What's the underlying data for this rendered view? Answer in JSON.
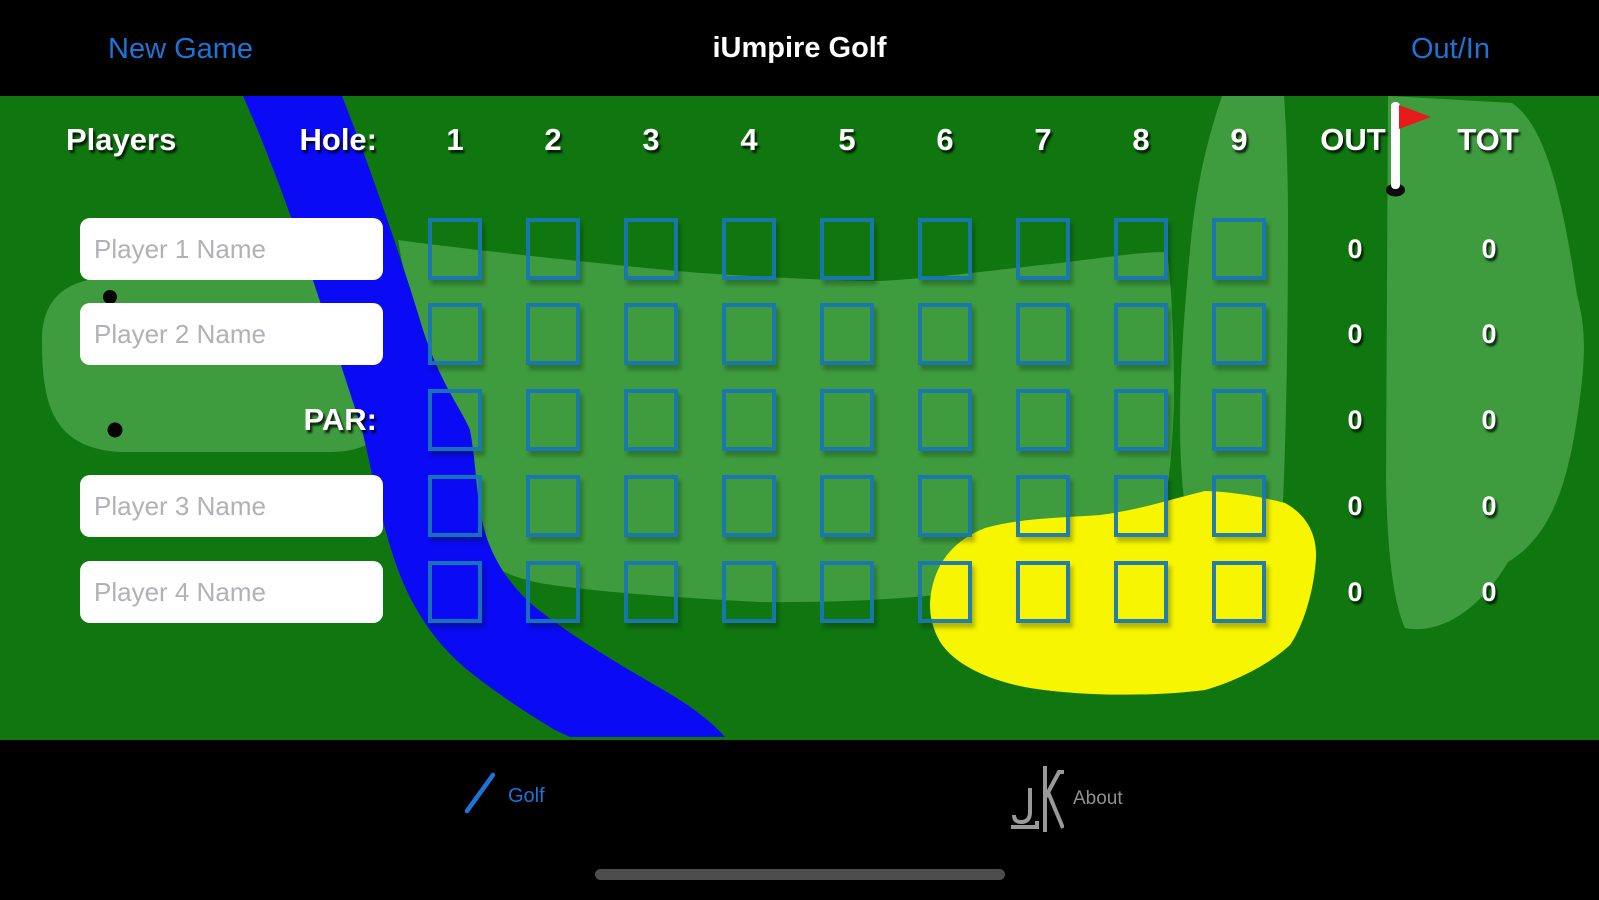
{
  "navbar": {
    "new_game": "New Game",
    "title": "iUmpire Golf",
    "out_in": "Out/In"
  },
  "scorecard": {
    "players_label": "Players",
    "hole_label": "Hole:",
    "par_label": "PAR:",
    "hole_numbers": [
      "1",
      "2",
      "3",
      "4",
      "5",
      "6",
      "7",
      "8",
      "9"
    ],
    "out_label": "OUT",
    "tot_label": "TOT",
    "rows": [
      {
        "type": "player",
        "placeholder": "Player 1 Name",
        "out": "0",
        "tot": "0"
      },
      {
        "type": "player",
        "placeholder": "Player 2 Name",
        "out": "0",
        "tot": "0"
      },
      {
        "type": "par",
        "out": "0",
        "tot": "0"
      },
      {
        "type": "player",
        "placeholder": "Player 3 Name",
        "out": "0",
        "tot": "0"
      },
      {
        "type": "player",
        "placeholder": "Player 4 Name",
        "out": "0",
        "tot": "0"
      }
    ]
  },
  "tab_bar": {
    "golf": "Golf",
    "about": "About"
  },
  "colors": {
    "link_blue": "#1e74d6",
    "course_green": "#107710",
    "fairway_green": "#3e9c3e",
    "water_blue": "#0a0af5",
    "bunker_yellow": "#f8f500",
    "cell_border": "#1876b4",
    "flag_red": "#e61a1a",
    "tab_inactive": "#909090"
  }
}
